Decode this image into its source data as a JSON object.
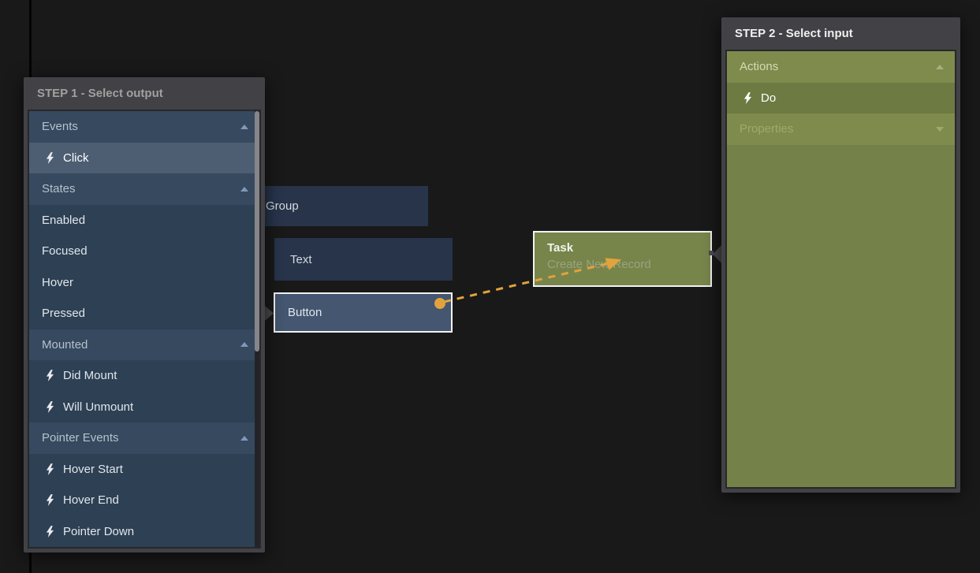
{
  "colors": {
    "background": "#191919",
    "accent_orange": "#e2a33c",
    "node_blue": "#27344a",
    "node_blue_selected": "#445670",
    "panel_green_body": "#748148",
    "green_section": "#7e8b4d",
    "green_item_selected": "#6d7a42",
    "blue_section": "#36495f",
    "blue_item": "#2d4054",
    "blue_item_selected": "#4d5d72",
    "panel_frame": "#424246",
    "selection_border": "#f2f2f2"
  },
  "step1": {
    "title": "STEP 1 - Select output",
    "items": [
      {
        "label": "Events",
        "kind": "section",
        "state": "expanded"
      },
      {
        "label": "Click",
        "kind": "event",
        "selected": true
      },
      {
        "label": "States",
        "kind": "section",
        "state": "expanded"
      },
      {
        "label": "Enabled",
        "kind": "plain"
      },
      {
        "label": "Focused",
        "kind": "plain"
      },
      {
        "label": "Hover",
        "kind": "plain"
      },
      {
        "label": "Pressed",
        "kind": "plain"
      },
      {
        "label": "Mounted",
        "kind": "section",
        "state": "expanded"
      },
      {
        "label": "Did Mount",
        "kind": "event"
      },
      {
        "label": "Will Unmount",
        "kind": "event"
      },
      {
        "label": "Pointer Events",
        "kind": "section",
        "state": "expanded"
      },
      {
        "label": "Hover Start",
        "kind": "event"
      },
      {
        "label": "Hover End",
        "kind": "event"
      },
      {
        "label": "Pointer Down",
        "kind": "event"
      }
    ]
  },
  "step2": {
    "title": "STEP 2 - Select input",
    "items": [
      {
        "label": "Actions",
        "kind": "section",
        "state": "expanded"
      },
      {
        "label": "Do",
        "kind": "event"
      },
      {
        "label": "Properties",
        "kind": "section",
        "state": "collapsed"
      }
    ]
  },
  "nodes": {
    "group": {
      "label": "Group"
    },
    "text": {
      "label": "Text"
    },
    "button": {
      "label": "Button",
      "selected": true
    },
    "task": {
      "title": "Task",
      "subtitle": "Create New Record",
      "selected": true
    }
  }
}
